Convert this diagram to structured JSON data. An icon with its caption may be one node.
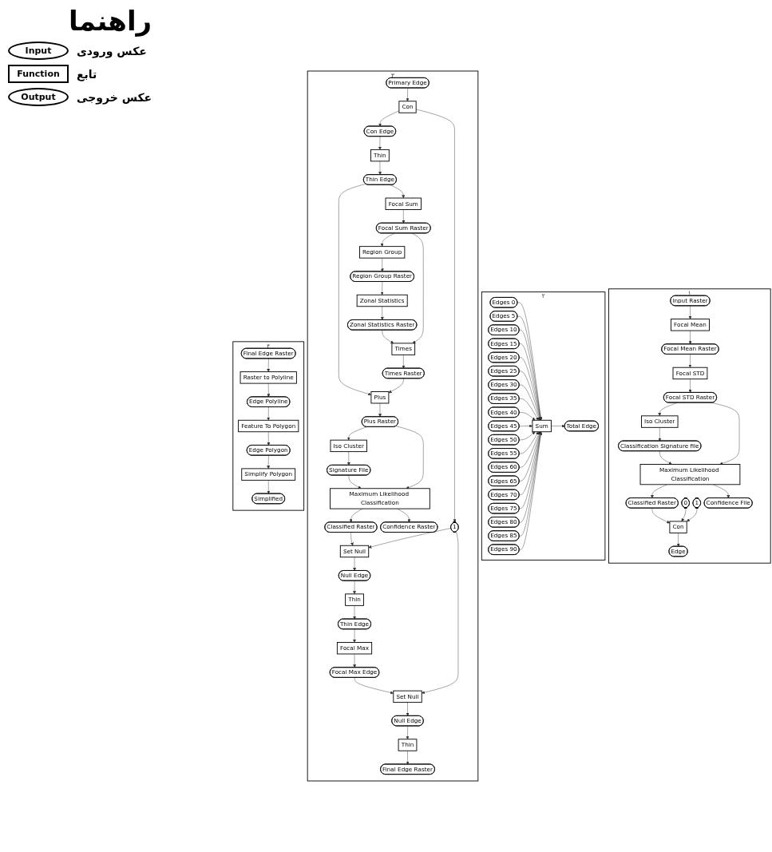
{
  "diagram": {
    "title": "راهنما",
    "nodes": [
      {
        "text": [
          "۱"
        ]
      },
      {
        "text": [
          "Input Raster"
        ],
        "in": 0
      },
      {
        "text": [
          "Focal Mean"
        ],
        "in": 0
      },
      {
        "text": [
          "Focal Mean Raster"
        ],
        "in": 0
      },
      {
        "text": [
          "Focal STD"
        ],
        "in": 0
      },
      {
        "text": [
          "Focal STD Raster"
        ],
        "in": 0
      },
      {
        "text": [
          "Iso Cluster"
        ],
        "in": 0
      },
      {
        "text": [
          "Classification Signature file"
        ],
        "in": 0
      },
      {
        "text": [
          "Maximum Likelihood Classification"
        ],
        "in": 0
      },
      {
        "text": [
          "Classified Raster"
        ],
        "in": 0
      },
      {
        "text": [
          "Con"
        ],
        "in": 0
      },
      {
        "text": [
          "Edge"
        ],
        "in": 0
      },
      {
        "text": [
          "0"
        ],
        "in": 0
      },
      {
        "text": [
          "1"
        ],
        "in": 0
      },
      {
        "text": [
          "Confidence File"
        ],
        "in": 0
      },
      {
        "text": [
          "۲"
        ]
      },
      {
        "text": [
          "Edges 0"
        ],
        "in": 15
      },
      {
        "text": [
          "Edges 5"
        ],
        "in": 15
      },
      {
        "text": [
          "Edges 10"
        ],
        "in": 15
      },
      {
        "text": [
          "Edges 15"
        ],
        "in": 15
      },
      {
        "text": [
          "Edges 20"
        ],
        "in": 15
      },
      {
        "text": [
          "Edges 25"
        ],
        "in": 15
      },
      {
        "text": [
          "Edges 30"
        ],
        "in": 15
      },
      {
        "text": [
          "Edges 35"
        ],
        "in": 15
      },
      {
        "text": [
          "Edges 40"
        ],
        "in": 15
      },
      {
        "text": [
          "Edges 45"
        ],
        "in": 15
      },
      {
        "text": [
          "Edges 50"
        ],
        "in": 15
      },
      {
        "text": [
          "Edges 55"
        ],
        "in": 15
      },
      {
        "text": [
          "Edges 60"
        ],
        "in": 15
      },
      {
        "text": [
          "Edges 65"
        ],
        "in": 15
      },
      {
        "text": [
          "Edges 70"
        ],
        "in": 15
      },
      {
        "text": [
          "Edges 75"
        ],
        "in": 15
      },
      {
        "text": [
          "Edges 80"
        ],
        "in": 15
      },
      {
        "text": [
          "Edges 85"
        ],
        "in": 15
      },
      {
        "text": [
          "Edges 90"
        ],
        "in": 15
      },
      {
        "text": [
          "Sum"
        ],
        "in": 15
      },
      {
        "text": [
          "Total Edge"
        ],
        "in": 15
      },
      {
        "text": [
          "۳"
        ]
      },
      {
        "text": [
          "Primary Edge"
        ],
        "in": 37
      },
      {
        "text": [
          "Con"
        ],
        "in": 37
      },
      {
        "text": [
          "Con Edge"
        ],
        "in": 37
      },
      {
        "text": [
          "Thin"
        ],
        "in": 37
      },
      {
        "text": [
          "Thin Edge"
        ],
        "in": 37
      },
      {
        "text": [
          "Focal Sum"
        ],
        "in": 37
      },
      {
        "text": [
          "Focal Sum Raster"
        ],
        "in": 37
      },
      {
        "text": [
          "Region Group"
        ],
        "in": 37
      },
      {
        "text": [
          "Region Group Raster"
        ],
        "in": 37
      },
      {
        "text": [
          "Zonal Statistics"
        ],
        "in": 37
      },
      {
        "text": [
          "Zonal Statistics Raster"
        ],
        "in": 37
      },
      {
        "text": [
          "Times"
        ],
        "in": 37
      },
      {
        "text": [
          "Times Raster"
        ],
        "in": 37
      },
      {
        "text": [
          "Plus"
        ],
        "in": 37
      },
      {
        "text": [
          "Plus Raster"
        ],
        "in": 37
      },
      {
        "text": [
          "Iso Cluster"
        ],
        "in": 37
      },
      {
        "text": [
          "Signature File"
        ],
        "in": 37
      },
      {
        "text": [
          "Maximum Likelihood Classification"
        ],
        "in": 37
      },
      {
        "text": [
          "Classified Raster"
        ],
        "in": 37
      },
      {
        "text": [
          "Confidence Raster"
        ],
        "in": 37
      },
      {
        "text": [
          "1"
        ],
        "in": 37
      },
      {
        "text": [
          "Set Null"
        ],
        "in": 37
      },
      {
        "text": [
          "Null Edge"
        ],
        "in": 37
      },
      {
        "text": [
          "Thin"
        ],
        "in": 37
      },
      {
        "text": [
          "Final Edge Raster"
        ],
        "in": 37
      },
      {
        "text": [
          "Set Null"
        ],
        "in": 37
      },
      {
        "text": [
          "Null Edge"
        ],
        "in": 37
      },
      {
        "text": [
          "Thin"
        ],
        "in": 37
      },
      {
        "text": [
          "Thin Edge"
        ],
        "in": 37
      },
      {
        "text": [
          "Focal Max"
        ],
        "in": 37
      },
      {
        "text": [
          "Focal Max Edge"
        ],
        "in": 37
      },
      {
        "text": [
          "۴"
        ]
      },
      {
        "text": [
          "Final Edge Raster"
        ],
        "in": 69
      },
      {
        "text": [
          "Raster to Polyline"
        ],
        "in": 69
      },
      {
        "text": [
          "Edge Polyline"
        ],
        "in": 69
      },
      {
        "text": [
          "Feature To Polygon"
        ],
        "in": 69
      },
      {
        "text": [
          "Edge Polygon"
        ],
        "in": 69
      },
      {
        "text": [
          "Simplify Polygon"
        ],
        "in": 69
      },
      {
        "text": [
          "Simplified"
        ],
        "in": 69
      }
    ],
    "edges": [
      {
        "from": 1,
        "to": 2,
        "arrow": "to"
      },
      {
        "from": 2,
        "to": 3,
        "arrow": "to"
      },
      {
        "from": 3,
        "to": 4,
        "arrow": "to"
      },
      {
        "from": 4,
        "to": 5,
        "arrow": "to"
      },
      {
        "from": 5,
        "to": 6,
        "arrow": "to"
      },
      {
        "from": 6,
        "to": 7,
        "arrow": "to"
      },
      {
        "from": 7,
        "to": 8,
        "arrow": "to"
      },
      {
        "from": 5,
        "to": 8,
        "arrow": "to"
      },
      {
        "from": 8,
        "to": 9,
        "arrow": "to"
      },
      {
        "from": 9,
        "to": 10,
        "arrow": "to"
      },
      {
        "from": 12,
        "to": 10,
        "arrow": "to"
      },
      {
        "from": 13,
        "to": 10,
        "arrow": "to"
      },
      {
        "from": 10,
        "to": 11,
        "arrow": "to"
      },
      {
        "from": 8,
        "to": 14,
        "arrow": "to"
      },
      {
        "from": 16,
        "to": 35,
        "arrow": "to"
      },
      {
        "from": 17,
        "to": 35,
        "arrow": "to"
      },
      {
        "from": 18,
        "to": 35,
        "arrow": "to"
      },
      {
        "from": 19,
        "to": 35,
        "arrow": "to"
      },
      {
        "from": 20,
        "to": 35,
        "arrow": "to"
      },
      {
        "from": 21,
        "to": 35,
        "arrow": "to"
      },
      {
        "from": 22,
        "to": 35,
        "arrow": "to"
      },
      {
        "from": 23,
        "to": 35,
        "arrow": "to"
      },
      {
        "from": 24,
        "to": 35,
        "arrow": "to"
      },
      {
        "from": 25,
        "to": 35,
        "arrow": "to"
      },
      {
        "from": 26,
        "to": 35,
        "arrow": "to"
      },
      {
        "from": 27,
        "to": 35,
        "arrow": "to"
      },
      {
        "from": 28,
        "to": 35,
        "arrow": "to"
      },
      {
        "from": 29,
        "to": 35,
        "arrow": "to"
      },
      {
        "from": 30,
        "to": 35,
        "arrow": "to"
      },
      {
        "from": 31,
        "to": 35,
        "arrow": "to"
      },
      {
        "from": 32,
        "to": 35,
        "arrow": "to"
      },
      {
        "from": 33,
        "to": 35,
        "arrow": "to"
      },
      {
        "from": 34,
        "to": 35,
        "arrow": "to"
      },
      {
        "from": 35,
        "to": 36,
        "arrow": "to"
      },
      {
        "from": 38,
        "to": 39,
        "arrow": "to"
      },
      {
        "from": 39,
        "to": 40,
        "arrow": "to"
      },
      {
        "from": 40,
        "to": 41,
        "arrow": "to"
      },
      {
        "from": 41,
        "to": 42,
        "arrow": "to"
      },
      {
        "from": 42,
        "to": 43,
        "arrow": "to"
      },
      {
        "from": 42,
        "to": 51,
        "arrow": "to"
      },
      {
        "from": 43,
        "to": 44,
        "arrow": "to"
      },
      {
        "from": 44,
        "to": 45,
        "arrow": "to"
      },
      {
        "from": 45,
        "to": 46,
        "arrow": "to"
      },
      {
        "from": 46,
        "to": 47,
        "arrow": "to"
      },
      {
        "from": 47,
        "to": 48,
        "arrow": "to"
      },
      {
        "from": 48,
        "to": 49,
        "arrow": "to"
      },
      {
        "from": 44,
        "to": 49,
        "arrow": "to"
      },
      {
        "from": 49,
        "to": 50,
        "arrow": "to"
      },
      {
        "from": 50,
        "to": 51,
        "arrow": "to"
      },
      {
        "from": 51,
        "to": 52,
        "arrow": "to"
      },
      {
        "from": 52,
        "to": 53,
        "arrow": "to"
      },
      {
        "from": 53,
        "to": 54,
        "arrow": "to"
      },
      {
        "from": 54,
        "to": 55,
        "arrow": "to"
      },
      {
        "from": 52,
        "to": 55,
        "arrow": "to"
      },
      {
        "from": 55,
        "to": 56,
        "arrow": "to"
      },
      {
        "from": 55,
        "to": 57,
        "arrow": "to"
      },
      {
        "from": 56,
        "to": 63,
        "arrow": "to"
      },
      {
        "from": 63,
        "to": 64,
        "arrow": "to"
      },
      {
        "from": 64,
        "to": 65,
        "arrow": "to"
      },
      {
        "from": 65,
        "to": 66,
        "arrow": "to"
      },
      {
        "from": 66,
        "to": 67,
        "arrow": "to"
      },
      {
        "from": 67,
        "to": 68,
        "arrow": "to"
      },
      {
        "from": 68,
        "to": 59,
        "arrow": "to"
      },
      {
        "from": 39,
        "to": 58,
        "arrow": "to"
      },
      {
        "from": 58,
        "to": 59,
        "arrow": "to"
      },
      {
        "from": 58,
        "to": 63,
        "arrow": "to"
      },
      {
        "from": 59,
        "to": 60,
        "arrow": "to"
      },
      {
        "from": 60,
        "to": 61,
        "arrow": "to"
      },
      {
        "from": 61,
        "to": 62,
        "arrow": "to"
      },
      {
        "from": 70,
        "to": 71,
        "arrow": "to"
      },
      {
        "from": 71,
        "to": 72,
        "arrow": "to"
      },
      {
        "from": 72,
        "to": 73,
        "arrow": "to"
      },
      {
        "from": 73,
        "to": 74,
        "arrow": "to"
      },
      {
        "from": 74,
        "to": 75,
        "arrow": "to"
      },
      {
        "from": 75,
        "to": 76,
        "arrow": "to"
      }
    ],
    "labels": [
      "Input",
      "Function",
      "Output"
    ],
    "legend": [
      {
        "text": "عکس ورودی"
      },
      {
        "text": "تابع"
      },
      {
        "text": "عکس خروجی"
      }
    ]
  }
}
